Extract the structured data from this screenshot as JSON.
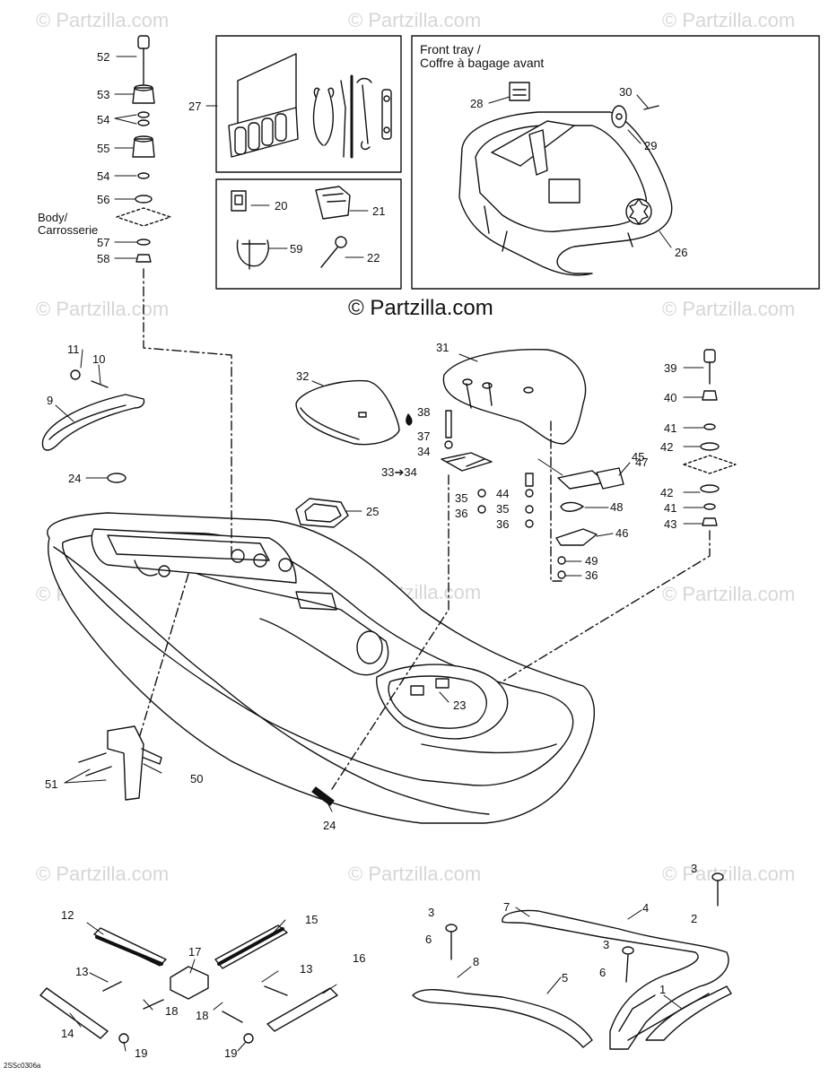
{
  "watermark": "© Partzilla.com",
  "copyright": "© Partzilla.com",
  "front_tray_title": "Front tray /",
  "front_tray_subtitle": "Coffre à bagage avant",
  "body_label": "Body/",
  "body_label_fr": "Carrosserie",
  "figure_code": "2SSc0306a",
  "callouts": {
    "c1": "1",
    "c2": "2",
    "c3a": "3",
    "c3b": "3",
    "c3c": "3",
    "c4": "4",
    "c5": "5",
    "c6a": "6",
    "c6b": "6",
    "c7": "7",
    "c8": "8",
    "c9": "9",
    "c10": "10",
    "c11": "11",
    "c12": "12",
    "c13a": "13",
    "c13b": "13",
    "c14": "14",
    "c15": "15",
    "c16": "16",
    "c17": "17",
    "c18a": "18",
    "c18b": "18",
    "c19a": "19",
    "c19b": "19",
    "c20": "20",
    "c21": "21",
    "c22": "22",
    "c23": "23",
    "c24a": "24",
    "c24b": "24",
    "c25": "25",
    "c26": "26",
    "c27": "27",
    "c28": "28",
    "c29": "29",
    "c30": "30",
    "c31": "31",
    "c32": "32",
    "c33": "33➔34",
    "c34": "34",
    "c35a": "35",
    "c35b": "35",
    "c36a": "36",
    "c36b": "36",
    "c36c": "36",
    "c37": "37",
    "c38": "38",
    "c39": "39",
    "c40": "40",
    "c41a": "41",
    "c41b": "41",
    "c42a": "42",
    "c42b": "42",
    "c43": "43",
    "c44": "44",
    "c45": "45",
    "c46": "46",
    "c47": "47",
    "c48": "48",
    "c49": "49",
    "c50": "50",
    "c51": "51",
    "c52": "52",
    "c53": "53",
    "c54a": "54",
    "c54b": "54",
    "c55": "55",
    "c56": "56",
    "c57": "57",
    "c58": "58",
    "c59": "59"
  }
}
